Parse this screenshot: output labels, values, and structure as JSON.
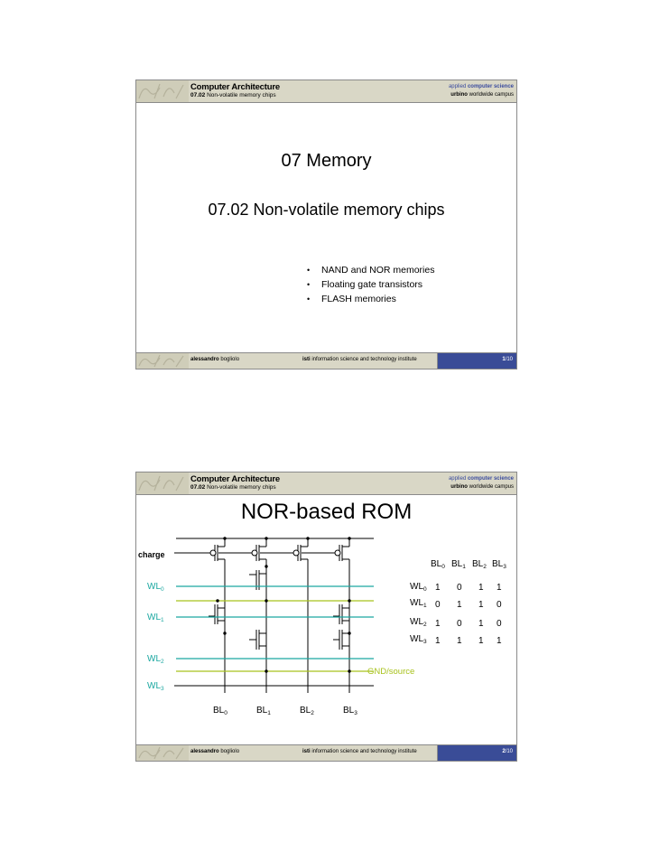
{
  "header": {
    "course": "Computer Architecture",
    "section_num": "07.02",
    "section_name": "Non-volatile memory chips",
    "right_line1_a": "applied",
    "right_line1_b": "computer science",
    "right_line2_a": "urbino",
    "right_line2_b": "worldwide campus"
  },
  "footer": {
    "author_first": "alessandro",
    "author_last": "bogliolo",
    "inst_abbr": "isti",
    "inst_name": "information science and technology institute",
    "total_pages": "/10"
  },
  "slide1": {
    "page": "1",
    "title": "07 Memory",
    "subtitle": "07.02 Non-volatile memory chips",
    "bullets": [
      "NAND and NOR memories",
      "Floating gate transistors",
      "FLASH memories"
    ]
  },
  "slide2": {
    "page": "2",
    "title": "NOR-based ROM",
    "charge_label": "charge",
    "gnd_label": "GND/source",
    "wl_labels": [
      {
        "base": "WL",
        "sub": "0"
      },
      {
        "base": "WL",
        "sub": "1"
      },
      {
        "base": "WL",
        "sub": "2"
      },
      {
        "base": "WL",
        "sub": "3"
      }
    ],
    "bl_labels": [
      {
        "base": "BL",
        "sub": "0"
      },
      {
        "base": "BL",
        "sub": "1"
      },
      {
        "base": "BL",
        "sub": "2"
      },
      {
        "base": "BL",
        "sub": "3"
      }
    ],
    "truth_table": {
      "rows": [
        {
          "base": "WL",
          "sub": "0",
          "values": [
            "1",
            "0",
            "1",
            "1"
          ]
        },
        {
          "base": "WL",
          "sub": "1",
          "values": [
            "0",
            "1",
            "1",
            "0"
          ]
        },
        {
          "base": "WL",
          "sub": "2",
          "values": [
            "1",
            "0",
            "1",
            "0"
          ]
        },
        {
          "base": "WL",
          "sub": "3",
          "values": [
            "1",
            "1",
            "1",
            "1"
          ]
        }
      ]
    }
  },
  "colors": {
    "header_bg": "#d9d7c6",
    "page_box": "#3a4c97",
    "wordline": "#1aa7a0",
    "gnd_line": "#a8c21c"
  }
}
